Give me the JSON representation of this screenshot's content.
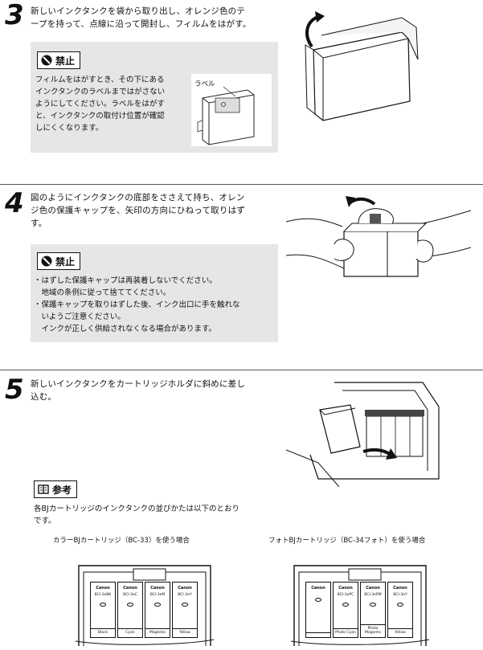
{
  "step3": {
    "number": "3",
    "lines": [
      "新しいインクタンクを袋から取り出し、オレンジ色のテ",
      "ープを持って、点線に沿って開封し、フィルムをはがす。"
    ],
    "warning_label": "禁止",
    "warning_lines": [
      "フィルムをはがすとき、その下にある",
      "インクタンクのラベルまではがさない",
      "ようにしてください。ラベルをはがす",
      "と、インクタンクの取付け位置が確認",
      "しにくくなります。"
    ],
    "label_callout": "ラベル"
  },
  "step4": {
    "number": "4",
    "lines": [
      "図のようにインクタンクの底部をささえて持ち、オレン",
      "ジ色の保護キャップを、矢印の方向にひねって取りはず",
      "す。"
    ],
    "warning_label": "禁止",
    "warning_lines": [
      "・はずした保護キャップは再装着しないでください。",
      "　地域の条例に従って捨ててください。",
      "・保護キャップを取りはずした後、インク出口に手を触れな",
      "　いようご注意ください。",
      "　インクが正しく供給されなくなる場合があります。"
    ]
  },
  "step5": {
    "number": "5",
    "lines": [
      "新しいインクタンクをカートリッジホルダに斜めに差し",
      "込む。"
    ],
    "reference_label": "参考",
    "reference_lines": [
      "各BJカートリッジのインクタンクの並びかたは以下のとおり",
      "です。"
    ],
    "caption_left": "カラーBJカートリッジ（BC-33）を使う場合",
    "caption_right": "フォトBJカートリッジ（BC-34フォト）を使う場合",
    "tanks_left": [
      {
        "brand": "Canon",
        "model": "BCI-3eBK",
        "color": "Black"
      },
      {
        "brand": "Canon",
        "model": "BCI-3eC",
        "color": "Cyan"
      },
      {
        "brand": "Canon",
        "model": "BCI-3eM",
        "color": "Magenta"
      },
      {
        "brand": "Canon",
        "model": "BCI-3eY",
        "color": "Yellow"
      }
    ],
    "tanks_right": [
      {
        "brand": "Canon",
        "model": "",
        "color": ""
      },
      {
        "brand": "Canon",
        "model": "BCI-3ePC",
        "color": "Photo Cyan"
      },
      {
        "brand": "Canon",
        "model": "BCI-3ePM",
        "color": "Photo Magenta"
      },
      {
        "brand": "Canon",
        "model": "BCI-3eY",
        "color": "Yellow"
      }
    ]
  }
}
